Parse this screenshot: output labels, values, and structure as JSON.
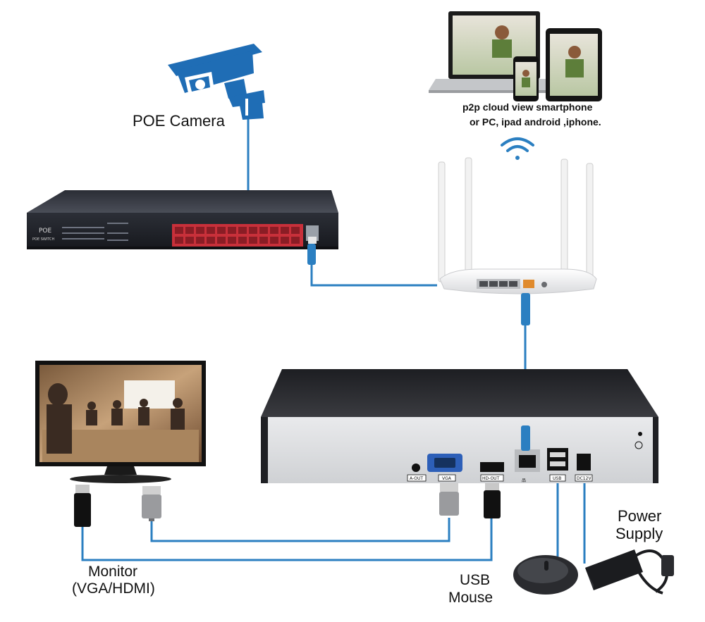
{
  "labels": {
    "poe_camera": "POE Camera",
    "cloud_line1": "p2p cloud  view smartphone",
    "cloud_line2": "or PC, ipad android ,iphone.",
    "monitor_line1": "Monitor",
    "monitor_line2": "(VGA/HDMI)",
    "usb_line1": "USB",
    "usb_line2": "Mouse",
    "power_line1": "Power",
    "power_line2": "Supply"
  },
  "switch_front": {
    "brand_line1": "POE",
    "brand_line2": "POE SWITCH"
  },
  "nvr_ports": {
    "audio_out": "A-OUT",
    "vga": "VGA",
    "hdmi": "HD-OUT",
    "usb": "USB",
    "dc": "DC12V"
  },
  "colors": {
    "cable_blue": "#2b7fc1",
    "camera_blue": "#1f6db5",
    "port_red": "#c8303a"
  },
  "icons": [
    "camera-icon",
    "wifi-icon",
    "laptop-icon",
    "tablet-icon",
    "smartphone-icon",
    "mouse-icon",
    "power-adapter-icon"
  ]
}
